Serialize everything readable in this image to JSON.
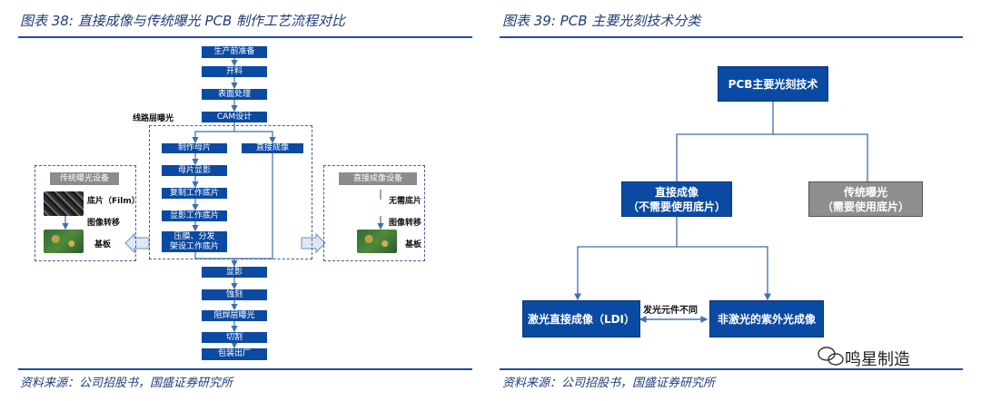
{
  "left": {
    "title": "图表 38:  直接成像与传统曝光 PCB 制作工艺流程对比",
    "source": "资料来源：公司招股书，国盛证券研究所",
    "top_steps": [
      "生产前准备",
      "开料",
      "表面处理",
      "CAM设计"
    ],
    "group_label": "线路层曝光",
    "trad_steps": [
      "制作母片",
      "母片显影",
      "复制工作底片",
      "显影工作底片",
      "压膜、分发\n架设工作底片"
    ],
    "direct_step": "直接成像",
    "bottom_steps": [
      "显影",
      "蚀刻",
      "阻焊层曝光",
      "切割",
      "包装出厂"
    ],
    "trad_equipment": {
      "title": "传统曝光设备",
      "film_label": "底片（Film）",
      "transfer_label": "图像转移",
      "substrate_label": "基板"
    },
    "direct_equipment": {
      "title": "直接成像设备",
      "nofilm_label": "无需底片",
      "transfer_label": "图像转移",
      "substrate_label": "基板"
    }
  },
  "right": {
    "title": "图表 39:  PCB 主要光刻技术分类",
    "source": "资料来源：公司招股书，国盛证券研究所",
    "root": "PCB主要光刻技术",
    "direct": {
      "line1": "直接成像",
      "line2": "（不需要使用底片）"
    },
    "traditional": {
      "line1": "传统曝光",
      "line2": "（需要使用底片）"
    },
    "ldi": "激光直接成像（LDI）",
    "non_laser": "非激光的紫外光成像",
    "diff_label": "发光元件不同"
  },
  "watermark": "鸣星制造",
  "watermark_icon": "wechat-icon",
  "colors": {
    "box_blue": "#0b4aa2",
    "box_grey": "#8e8e8e",
    "rule_blue": "#1f4e9c",
    "title_blue": "#1f3c78"
  }
}
